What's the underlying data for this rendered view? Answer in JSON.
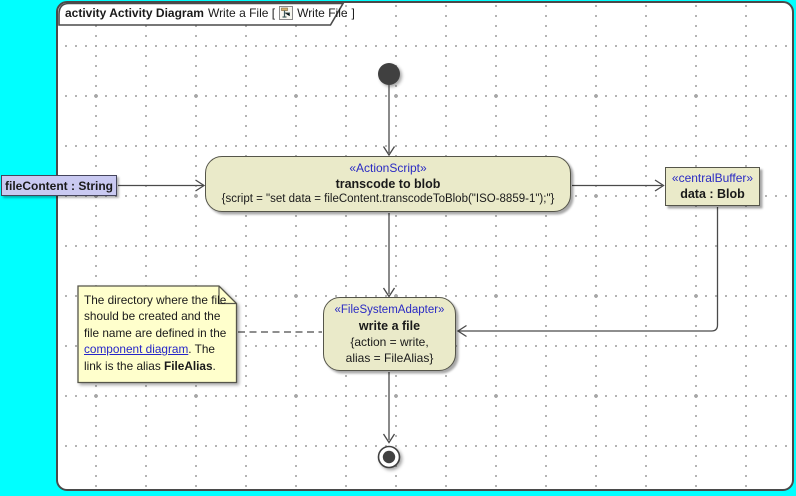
{
  "frame": {
    "keyword": "activity Activity Diagram",
    "name_part": "Write a File [",
    "diagram_ref": "Write File",
    "closing_bracket": "]"
  },
  "nodes": {
    "input_object": {
      "label": "fileContent : String"
    },
    "transcode_action": {
      "stereotype": "«ActionScript»",
      "name": "transcode to blob",
      "script": "{script = \"set data = fileContent.transcodeToBlob(\"ISO-8859-1\");\"}"
    },
    "central_buffer": {
      "stereotype": "«centralBuffer»",
      "name": "data : Blob"
    },
    "write_action": {
      "stereotype": "«FileSystemAdapter»",
      "name": "write a file",
      "constraint_line1": "{action = write,",
      "constraint_line2": "alias = FileAlias}"
    }
  },
  "note": {
    "text_before_link": "The directory where the file should be created and the file name are defined in the ",
    "link_text": "component diagram",
    "text_after_link": ". The link is the alias ",
    "bold_text": "FileAlias",
    "text_tail": "."
  },
  "colors": {
    "canvas_background": "#00ffff",
    "node_fill": "#eaeac9",
    "note_fill": "#ffffcc",
    "object_fill": "#c9c9f1",
    "stereotype_blue": "#2a2ac4",
    "link_blue": "#2626c9",
    "line_gray": "#4a4a4a"
  }
}
